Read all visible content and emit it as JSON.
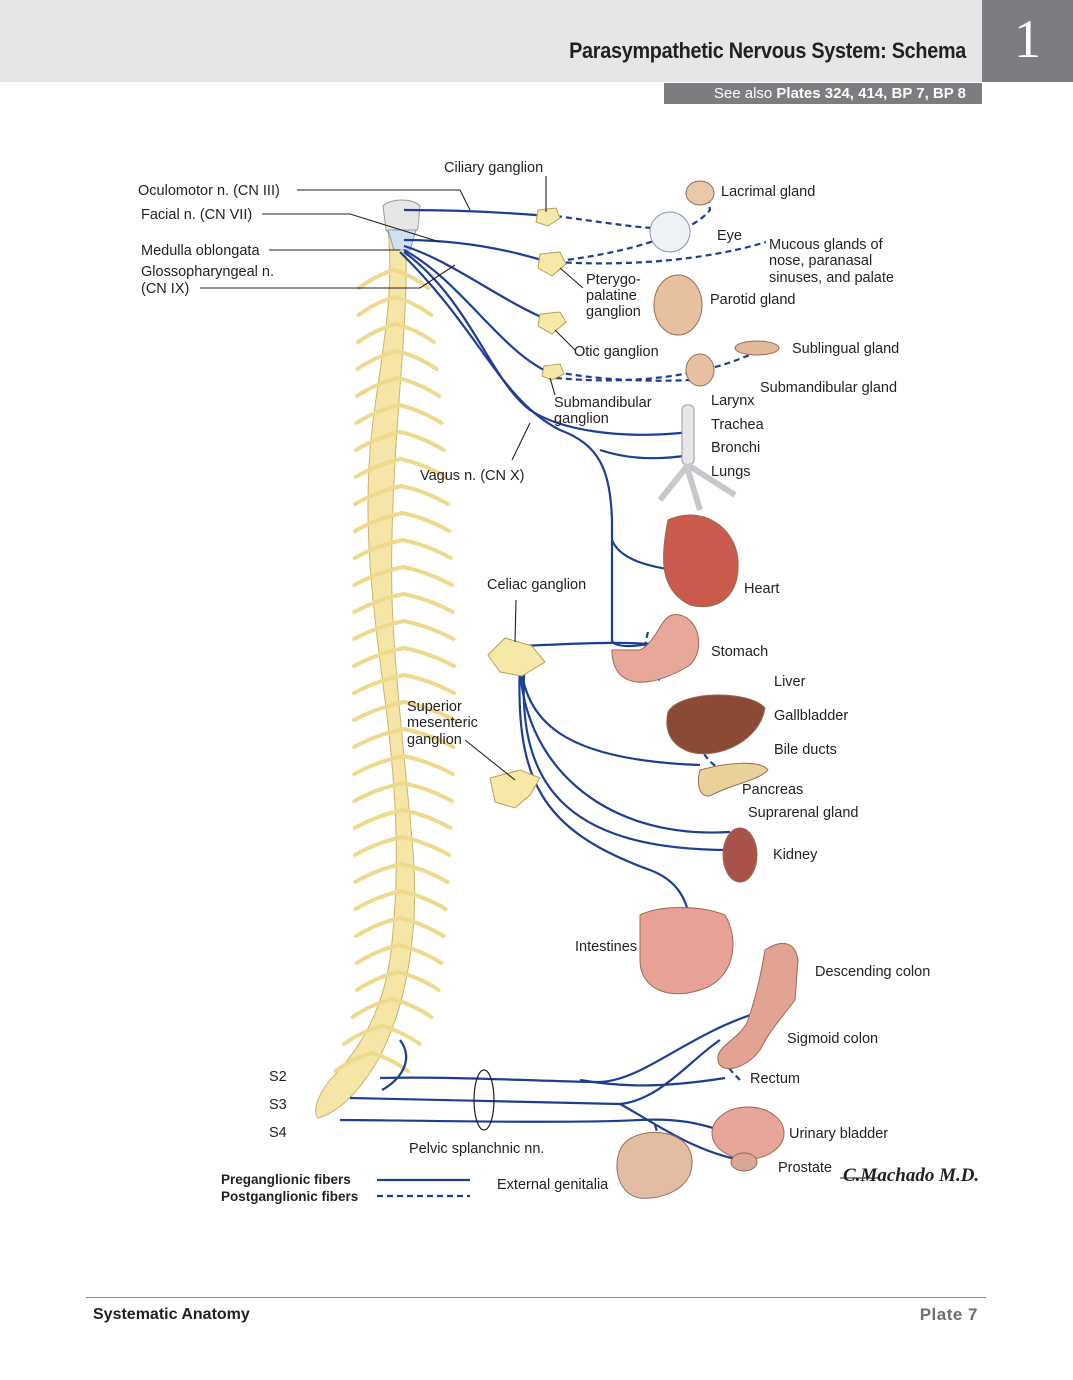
{
  "header": {
    "title": "Parasympathetic Nervous System: Schema",
    "chapter": "1",
    "see_also_prefix": "See also",
    "see_also_plates": "Plates 324, 414, BP 7, BP 8"
  },
  "labels": {
    "ciliary_ganglion": "Ciliary ganglion",
    "oculomotor": "Oculomotor n. (CN III)",
    "facial": "Facial n. (CN VII)",
    "medulla": "Medulla oblongata",
    "glosso_1": "Glossopharyngeal n.",
    "glosso_2": "(CN IX)",
    "lacrimal": "Lacrimal gland",
    "eye": "Eye",
    "mucous_1": "Mucous glands of",
    "mucous_2": "nose, paranasal",
    "mucous_3": "sinuses, and palate",
    "ptery_1": "Pterygo-",
    "ptery_2": "palatine",
    "ptery_3": "ganglion",
    "parotid": "Parotid gland",
    "otic": "Otic ganglion",
    "sublingual": "Sublingual gland",
    "submandibular_gland": "Submandibular gland",
    "submand_gang_1": "Submandibular",
    "submand_gang_2": "ganglion",
    "larynx": "Larynx",
    "trachea": "Trachea",
    "bronchi": "Bronchi",
    "lungs": "Lungs",
    "vagus": "Vagus n. (CN X)",
    "heart": "Heart",
    "celiac": "Celiac ganglion",
    "stomach": "Stomach",
    "liver": "Liver",
    "sup_mes_1": "Superior",
    "sup_mes_2": "mesenteric",
    "sup_mes_3": "ganglion",
    "gallbladder": "Gallbladder",
    "bile_ducts": "Bile ducts",
    "pancreas": "Pancreas",
    "suprarenal": "Suprarenal gland",
    "kidney": "Kidney",
    "intestines": "Intestines",
    "descending_colon": "Descending colon",
    "sigmoid_colon": "Sigmoid colon",
    "s2": "S2",
    "s3": "S3",
    "s4": "S4",
    "rectum": "Rectum",
    "pelvic_splanchnic": "Pelvic splanchnic nn.",
    "urinary_bladder": "Urinary bladder",
    "prostate": "Prostate",
    "external_genitalia": "External genitalia"
  },
  "legend": {
    "preganglionic": "Preganglionic fibers",
    "postganglionic": "Postganglionic fibers"
  },
  "signature": "C.Machado M.D.",
  "footer": {
    "left": "Systematic Anatomy",
    "right": "Plate 7"
  },
  "colors": {
    "nerve": "#1c3f94",
    "header_bg": "#e6e6e7",
    "chapter_bg": "#7c7d80"
  }
}
